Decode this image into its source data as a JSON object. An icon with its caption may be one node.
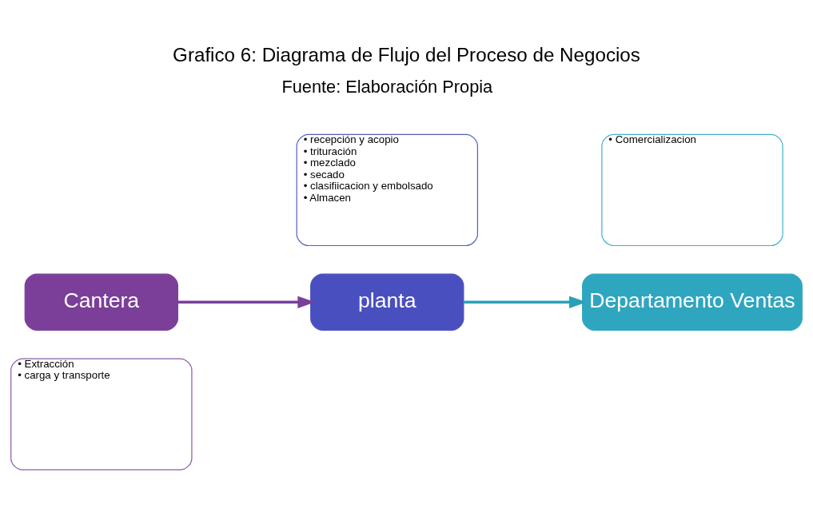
{
  "diagram": {
    "title": "Grafico 6: Diagrama de Flujo del Proceso de Negocios",
    "caption": "Fuente: Elaboración Propia",
    "nodes": [
      {
        "text": [
          "• Extracción",
          "• carga y transporte"
        ]
      },
      {
        "text": [
          "Cantera"
        ]
      },
      {
        "text": [
          "planta"
        ]
      },
      {
        "text": [
          "• recepción y acopio",
          "• trituración",
          "• mezclado",
          "• secado",
          "• clasifiicacion y embolsado",
          "• Almacen"
        ]
      },
      {
        "text": [
          "• Comercializacion"
        ]
      },
      {
        "text": [
          "Departamento Ventas"
        ]
      }
    ],
    "edges": [
      {
        "from": 1,
        "to": 2,
        "arrow": "to",
        "color": "#7a3f9a"
      },
      {
        "from": 2,
        "to": 5,
        "arrow": "to",
        "color": "#2aa0b8"
      }
    ]
  }
}
